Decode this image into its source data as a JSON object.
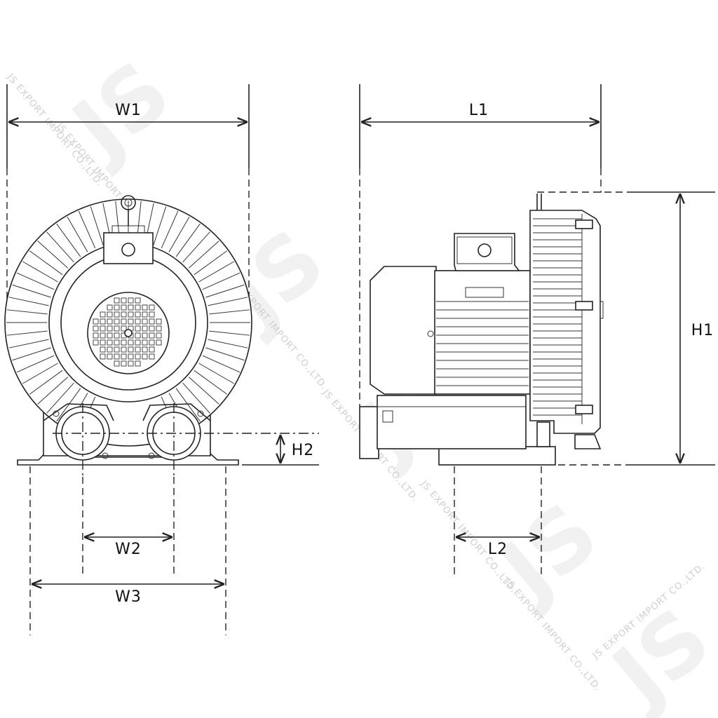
{
  "dimensions": {
    "w1": "W1",
    "w2": "W2",
    "w3": "W3",
    "h1": "H1",
    "h2": "H2",
    "l1": "L1",
    "l2": "L2"
  },
  "watermark": {
    "text": "JS EXPORT IMPORT CO.,LTD.",
    "logo": "JS"
  },
  "colors": {
    "line": "#222222",
    "watermark": "#d0d0d0"
  }
}
